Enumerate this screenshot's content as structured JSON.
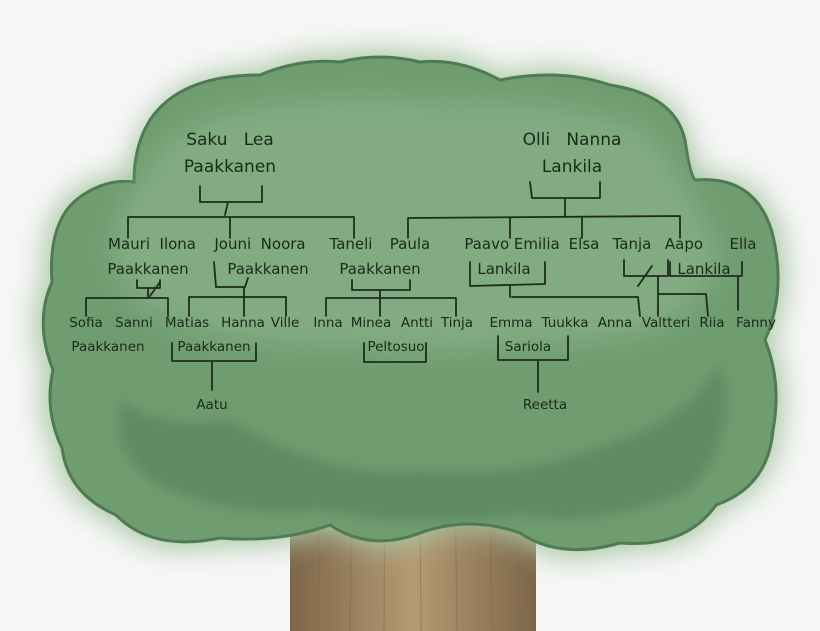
{
  "colors": {
    "canopy": "#6f9d70",
    "canopy_dark": "#4f7a52",
    "canopy_light": "#a9c7a5",
    "trunk": "#b59a73",
    "trunk_dark": "#7d6648",
    "line": "#1e2b1e",
    "text": "#1a2a1a"
  },
  "family_tree": {
    "gen1": {
      "paakkanen_couple": {
        "names": "Saku   Lea",
        "surname": "Paakkanen"
      },
      "lankila_couple": {
        "names": "Olli   Nanna",
        "surname": "Lankila"
      }
    },
    "gen2": {
      "mauri_ilona": "Mauri  Ilona",
      "mauri_ilona_surname": "Paakkanen",
      "jouni_noora": "Jouni  Noora",
      "jouni_noora_surname": "Paakkanen",
      "taneli": "Taneli",
      "paula": "Paula",
      "taneli_paula_surname": "Paakkanen",
      "paavo_emilia": "Paavo Emilia",
      "paavo_emilia_surname": "Lankila",
      "elsa": "Elsa",
      "tanja": "Tanja",
      "aapo": "Aapo",
      "ella": "Ella",
      "aapo_ella_surname": "Lankila"
    },
    "gen3": {
      "sofia": "Sofia",
      "sanni": "Sanni",
      "sofia_sanni_surname": "Paakkanen",
      "matias": "Matias",
      "hanna": "Hanna",
      "ville": "Ville",
      "matias_hanna_surname": "Paakkanen",
      "inna": "Inna",
      "minea": "Minea",
      "antti": "Antti",
      "tinja": "Tinja",
      "minea_antti_surname": "Peltosuo",
      "emma": "Emma",
      "tuukka": "Tuukka",
      "emma_tuukka_surname": "Sariola",
      "anna": "Anna",
      "valtteri": "Valtteri",
      "riia": "Riia",
      "fanny": "Fanny"
    },
    "gen4": {
      "aatu": "Aatu",
      "reetta": "Reetta"
    }
  }
}
